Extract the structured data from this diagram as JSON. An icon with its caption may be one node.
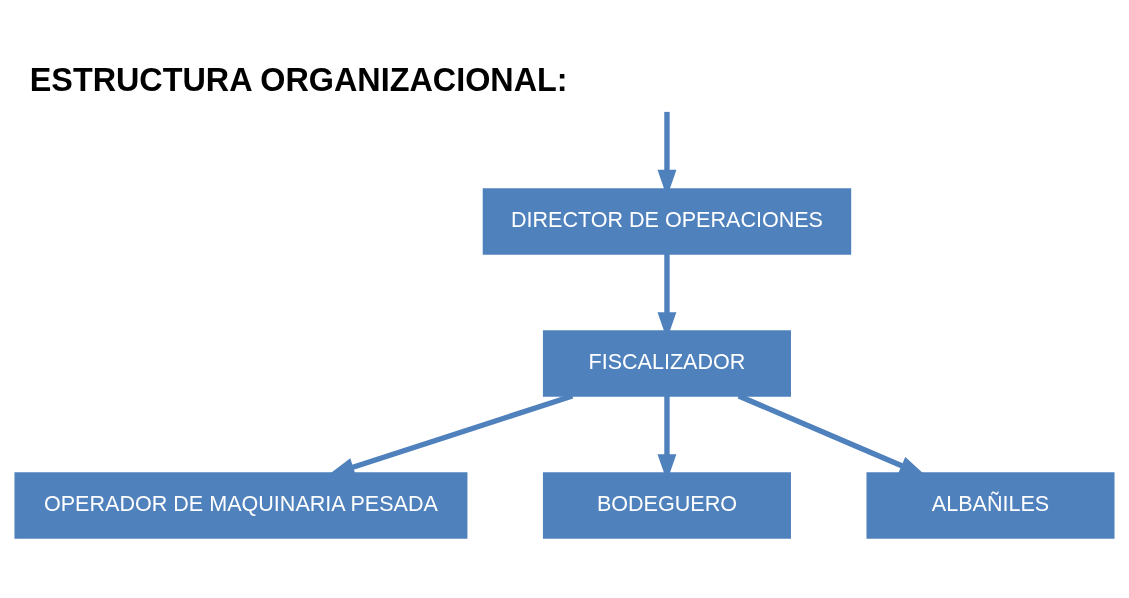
{
  "diagram": {
    "title": "ESTRUCTURA ORGANIZACIONAL:",
    "nodes": [
      {
        "text": [
          "DIRECTOR DE OPERACIONES"
        ]
      },
      {
        "text": [
          "FISCALIZADOR"
        ]
      },
      {
        "text": [
          "OPERADOR DE MAQUINARIA PESADA"
        ]
      },
      {
        "text": [
          "BODEGUERO"
        ]
      },
      {
        "text": [
          "ALBAÑILES"
        ]
      }
    ],
    "edges": [
      {
        "from": null,
        "to": 0,
        "arrow": "to"
      },
      {
        "from": 0,
        "to": 1,
        "arrow": "to"
      },
      {
        "from": 1,
        "to": 2,
        "arrow": "to"
      },
      {
        "from": 1,
        "to": 4,
        "arrow": "to"
      },
      {
        "from": 1,
        "to": 3,
        "arrow": "to"
      }
    ]
  }
}
